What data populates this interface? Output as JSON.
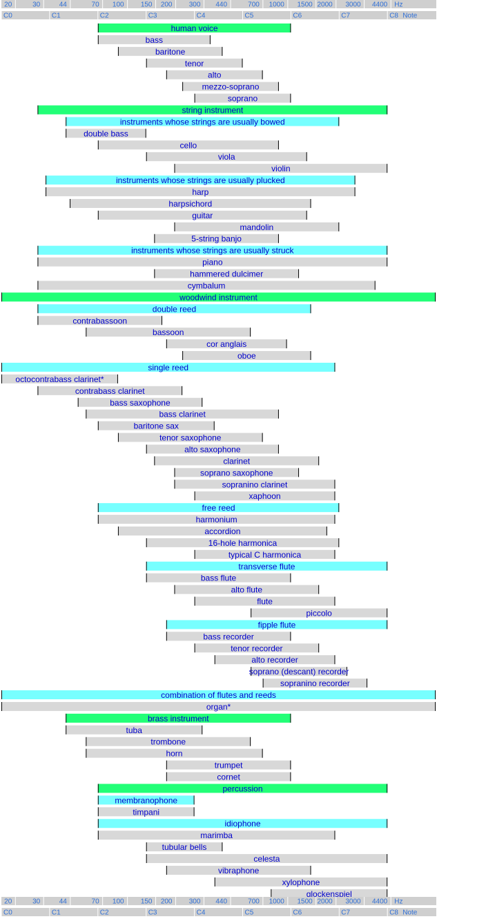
{
  "chart_data": {
    "type": "bar",
    "orientation": "horizontal-range",
    "x_scale": "log",
    "x_unit_label": "Hz",
    "note_label": "Note",
    "frequency_ticks": [
      "20",
      "30",
      "44",
      "70",
      "100",
      "150",
      "200",
      "300",
      "440",
      "700",
      "1000",
      "1500",
      "2000",
      "3000",
      "4400"
    ],
    "note_ticks": [
      "C0",
      "C1",
      "C2",
      "C3",
      "C4",
      "C5",
      "C6",
      "C7",
      "C8"
    ],
    "colors": {
      "category": "#22ff77",
      "subcategory": "#77ffff",
      "instrument": "#d8d8d8",
      "axis_band": "#cfcfcf",
      "label": "#0000cc",
      "axis_text": "#2f6fd6"
    },
    "legend": "none",
    "grid": false,
    "rows": [
      {
        "label": "human voice",
        "kind": "category",
        "low": "C2",
        "high": "C6"
      },
      {
        "label": "bass",
        "kind": "instrument",
        "low": "C2",
        "high": "E4"
      },
      {
        "label": "baritone",
        "kind": "instrument",
        "low": "F2",
        "high": "G4"
      },
      {
        "label": "tenor",
        "kind": "instrument",
        "low": "C3",
        "high": "C5"
      },
      {
        "label": "alto",
        "kind": "instrument",
        "low": "F3",
        "high": "F5"
      },
      {
        "label": "mezzo-soprano",
        "kind": "instrument",
        "low": "A3",
        "high": "A5"
      },
      {
        "label": "soprano",
        "kind": "instrument",
        "low": "C4",
        "high": "C6"
      },
      {
        "label": "string instrument",
        "kind": "category",
        "low": "A0",
        "high": "C8"
      },
      {
        "label": "instruments whose strings are usually bowed",
        "kind": "subcategory",
        "low": "E1",
        "high": "C7"
      },
      {
        "label": "double bass",
        "kind": "instrument",
        "low": "E1",
        "high": "C3"
      },
      {
        "label": "cello",
        "kind": "instrument",
        "low": "C2",
        "high": "A5"
      },
      {
        "label": "viola",
        "kind": "instrument",
        "low": "C3",
        "high": "E6"
      },
      {
        "label": "violin",
        "kind": "instrument",
        "low": "G3",
        "high": "C8"
      },
      {
        "label": "instruments whose strings are usually plucked",
        "kind": "subcategory",
        "low": "B0",
        "high": "E7"
      },
      {
        "label": "harp",
        "kind": "instrument",
        "low": "B0",
        "high": "E7"
      },
      {
        "label": "harpsichord",
        "kind": "instrument",
        "low": "F1",
        "high": "F6"
      },
      {
        "label": "guitar",
        "kind": "instrument",
        "low": "C2",
        "high": "E6"
      },
      {
        "label": "mandolin",
        "kind": "instrument",
        "low": "G3",
        "high": "C7"
      },
      {
        "label": "5-string banjo",
        "kind": "instrument",
        "low": "D3",
        "high": "A5"
      },
      {
        "label": "instruments whose strings are usually struck",
        "kind": "subcategory",
        "low": "A0",
        "high": "C8"
      },
      {
        "label": "piano",
        "kind": "instrument",
        "low": "A0",
        "high": "C8"
      },
      {
        "label": "hammered dulcimer",
        "kind": "instrument",
        "low": "D3",
        "high": "D6"
      },
      {
        "label": "cymbalum",
        "kind": "instrument",
        "low": "A0",
        "high": "A7"
      },
      {
        "label": "woodwind instrument",
        "kind": "category",
        "low": "C0",
        "high": "C9"
      },
      {
        "label": "double reed",
        "kind": "subcategory",
        "low": "A0",
        "high": "F6"
      },
      {
        "label": "contrabassoon",
        "kind": "instrument",
        "low": "A0",
        "high": "E3"
      },
      {
        "label": "bassoon",
        "kind": "instrument",
        "low": "A1",
        "high": "D5"
      },
      {
        "label": "cor anglais",
        "kind": "instrument",
        "low": "F3",
        "high": "B5"
      },
      {
        "label": "oboe",
        "kind": "instrument",
        "low": "A3",
        "high": "F6"
      },
      {
        "label": "single reed",
        "kind": "subcategory",
        "low": "C0",
        "high": "B6"
      },
      {
        "label": "octocontrabass clarinet*",
        "kind": "instrument",
        "low": "C0",
        "high": "F2"
      },
      {
        "label": "contrabass clarinet",
        "kind": "instrument",
        "low": "A0",
        "high": "A3"
      },
      {
        "label": "bass saxophone",
        "kind": "instrument",
        "low": "G1",
        "high": "D4"
      },
      {
        "label": "bass clarinet",
        "kind": "instrument",
        "low": "A1",
        "high": "A5"
      },
      {
        "label": "baritone sax",
        "kind": "instrument",
        "low": "C2",
        "high": "F4"
      },
      {
        "label": "tenor saxophone",
        "kind": "instrument",
        "low": "F2",
        "high": "F5"
      },
      {
        "label": "alto saxophone",
        "kind": "instrument",
        "low": "C3",
        "high": "A5"
      },
      {
        "label": "clarinet",
        "kind": "instrument",
        "low": "D3",
        "high": "G6"
      },
      {
        "label": "soprano saxophone",
        "kind": "instrument",
        "low": "G3",
        "high": "D6"
      },
      {
        "label": "sopranino clarinet",
        "kind": "instrument",
        "low": "G3",
        "high": "B6"
      },
      {
        "label": "xaphoon",
        "kind": "instrument",
        "low": "C4",
        "high": "B6"
      },
      {
        "label": "free reed",
        "kind": "subcategory",
        "low": "C2",
        "high": "C7"
      },
      {
        "label": "harmonium",
        "kind": "instrument",
        "low": "C2",
        "high": "B6"
      },
      {
        "label": "accordion",
        "kind": "instrument",
        "low": "F2",
        "high": "A6"
      },
      {
        "label": "16-hole harmonica",
        "kind": "instrument",
        "low": "C3",
        "high": "C7"
      },
      {
        "label": "typical C harmonica",
        "kind": "instrument",
        "low": "C4",
        "high": "B6"
      },
      {
        "label": "transverse flute",
        "kind": "subcategory",
        "low": "C3",
        "high": "C8"
      },
      {
        "label": "bass flute",
        "kind": "instrument",
        "low": "C3",
        "high": "C6"
      },
      {
        "label": "alto flute",
        "kind": "instrument",
        "low": "G3",
        "high": "G6"
      },
      {
        "label": "flute",
        "kind": "instrument",
        "low": "C4",
        "high": "B6"
      },
      {
        "label": "piccolo",
        "kind": "instrument",
        "low": "D5",
        "high": "C8"
      },
      {
        "label": "fipple flute",
        "kind": "subcategory",
        "low": "F3",
        "high": "C8"
      },
      {
        "label": "bass recorder",
        "kind": "instrument",
        "low": "F3",
        "high": "C6"
      },
      {
        "label": "tenor recorder",
        "kind": "instrument",
        "low": "C4",
        "high": "G6"
      },
      {
        "label": "alto recorder",
        "kind": "instrument",
        "low": "F4",
        "high": "B6"
      },
      {
        "label": "soprano (descant) recorder",
        "kind": "instrument",
        "low": "D5",
        "high": "D7"
      },
      {
        "label": "sopranino recorder",
        "kind": "instrument",
        "low": "F5",
        "high": "G7"
      },
      {
        "label": "combination of flutes and reeds",
        "kind": "subcategory",
        "low": "C0",
        "high": "C9"
      },
      {
        "label": "organ*",
        "kind": "instrument",
        "low": "C0",
        "high": "C9"
      },
      {
        "label": "brass instrument",
        "kind": "category",
        "low": "E1",
        "high": "C6"
      },
      {
        "label": "tuba",
        "kind": "instrument",
        "low": "E1",
        "high": "D4"
      },
      {
        "label": "trombone",
        "kind": "instrument",
        "low": "A1",
        "high": "D5"
      },
      {
        "label": "horn",
        "kind": "instrument",
        "low": "A1",
        "high": "F5"
      },
      {
        "label": "trumpet",
        "kind": "instrument",
        "low": "F3",
        "high": "C6"
      },
      {
        "label": "cornet",
        "kind": "instrument",
        "low": "F3",
        "high": "C6"
      },
      {
        "label": "percussion",
        "kind": "category",
        "low": "C2",
        "high": "C8"
      },
      {
        "label": "membranophone",
        "kind": "subcategory",
        "low": "C2",
        "high": "C4"
      },
      {
        "label": "timpani",
        "kind": "instrument",
        "low": "C2",
        "high": "C4"
      },
      {
        "label": "idiophone",
        "kind": "subcategory",
        "low": "C2",
        "high": "C8"
      },
      {
        "label": "marimba",
        "kind": "instrument",
        "low": "C2",
        "high": "B6"
      },
      {
        "label": "tubular bells",
        "kind": "instrument",
        "low": "C3",
        "high": "G4"
      },
      {
        "label": "celesta",
        "kind": "instrument",
        "low": "C3",
        "high": "C8"
      },
      {
        "label": "vibraphone",
        "kind": "instrument",
        "low": "F3",
        "high": "F6"
      },
      {
        "label": "xylophone",
        "kind": "instrument",
        "low": "F4",
        "high": "C8"
      },
      {
        "label": "glockenspiel",
        "kind": "instrument",
        "low": "G5",
        "high": "C8"
      }
    ]
  }
}
